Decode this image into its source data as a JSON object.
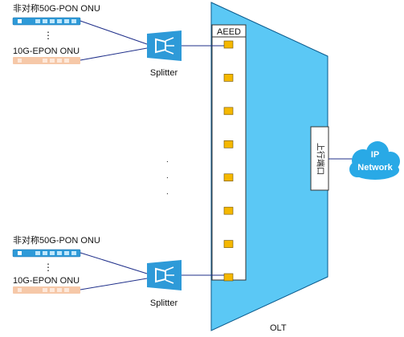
{
  "colors": {
    "olt_fill": "#5bc8f5",
    "olt_stroke": "#0a5a8c",
    "port_fill": "#f5b800",
    "onu_blue": "#2e9ad8",
    "onu_peach": "#f6c8a8",
    "link": "#1f2f8a",
    "cloud": "#29a9e6"
  },
  "groups": [
    {
      "onu_top_label": "非对称50G-PON ONU",
      "onu_bottom_label": "10G-EPON ONU",
      "ellipsis": "⋮",
      "splitter_label": "Splitter"
    },
    {
      "onu_top_label": "非对称50G-PON ONU",
      "onu_bottom_label": "10G-EPON ONU",
      "ellipsis": "⋮",
      "splitter_label": "Splitter"
    }
  ],
  "middle_ellipsis": "⋮",
  "olt": {
    "label": "OLT",
    "card_label": "AEED",
    "uplink_label": "上行端口",
    "port_count": 8
  },
  "cloud": {
    "line1": "IP",
    "line2": "Network"
  },
  "icons": [
    "onu-device-icon",
    "splitter-icon",
    "cloud-icon"
  ]
}
